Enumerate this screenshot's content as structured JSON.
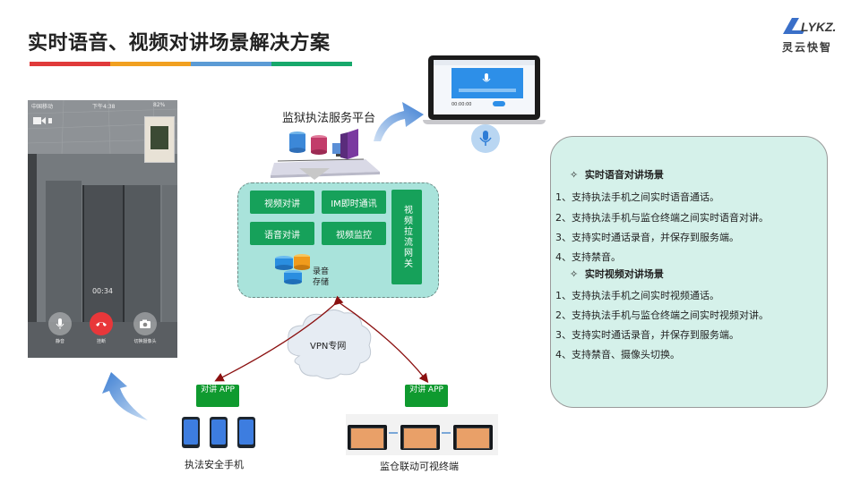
{
  "header": {
    "title": "实时语音、视频对讲场景解决方案",
    "logo_text": "灵云快智",
    "logo_mark": "LYKZ.",
    "bar_colors": [
      "#e03a3a",
      "#f1a020",
      "#5b9bd5",
      "#17a86b"
    ]
  },
  "phone": {
    "carrier": "中国移动",
    "clock": "下午4:38",
    "battery": "82%",
    "call_time": "00:34",
    "buttons": [
      {
        "icon": "microphone-icon",
        "label": "静音"
      },
      {
        "icon": "hang-up-icon",
        "label": "挂断"
      },
      {
        "icon": "camera-icon",
        "label": "切换摄像头"
      }
    ]
  },
  "platform": {
    "title": "监狱执法服务平台",
    "nodes": {
      "video_intercom": "视频对讲",
      "im": "IM即时通讯",
      "voice_intercom": "语音对讲",
      "video_monitor": "视频监控",
      "gateway": "视频拉流网关"
    },
    "storage_label": "录音存储",
    "vpn_label": "VPN专网"
  },
  "laptop": {
    "time_label": "00:00:00"
  },
  "endpoints": {
    "left_app": "对讲 APP",
    "right_app": "对讲 APP",
    "left_caption": "执法安全手机",
    "right_caption": "监仓联动可视终端"
  },
  "info": {
    "voice_head": "实时语音对讲场景",
    "voice_items": [
      "1、支持执法手机之间实时语音通话。",
      "2、支持执法手机与监仓终端之间实时语音对讲。",
      "3、支持实时通话录音，并保存到服务端。",
      "4、支持禁音。"
    ],
    "video_head": "实时视频对讲场景",
    "video_items": [
      "1、支持执法手机之间实时视频通话。",
      "2、支持执法手机与监仓终端之间实时视频对讲。",
      "3、支持实时通话录音，并保存到服务端。",
      "4、支持禁音、摄像头切换。"
    ],
    "bullet": "✧"
  },
  "colors": {
    "accent_green": "#16a15a",
    "panel_teal": "#a9e3db",
    "info_bg": "#d5f1ea",
    "arrow_blue": "#4f8ed6",
    "arrow_dark_red": "#8b1010"
  }
}
